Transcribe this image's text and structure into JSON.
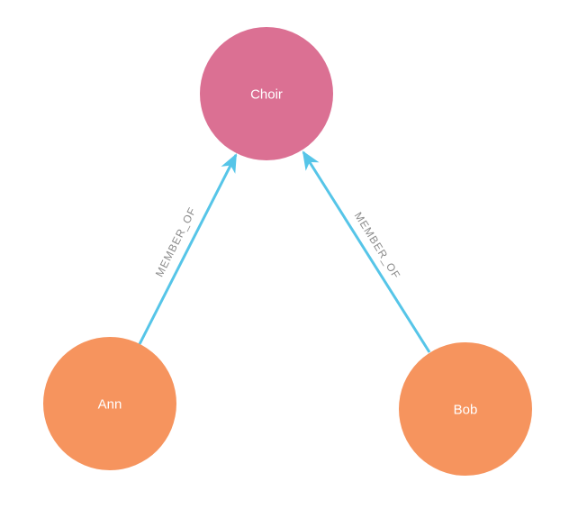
{
  "graph": {
    "nodes": [
      {
        "id": "choir",
        "label": "Choir",
        "color": "#DB7093"
      },
      {
        "id": "ann",
        "label": "Ann",
        "color": "#F6945E"
      },
      {
        "id": "bob",
        "label": "Bob",
        "color": "#F6945E"
      }
    ],
    "relationships": [
      {
        "from": "ann",
        "to": "choir",
        "label": "MEMBER_OF"
      },
      {
        "from": "bob",
        "to": "choir",
        "label": "MEMBER_OF"
      }
    ]
  },
  "colors": {
    "group_node": "#DB7093",
    "person_node": "#F6945E",
    "relationship": "#56C5E8",
    "relationship_label": "#8C8C8C",
    "node_label_text": "#FFFFFF",
    "background": "#FFFFFF"
  }
}
